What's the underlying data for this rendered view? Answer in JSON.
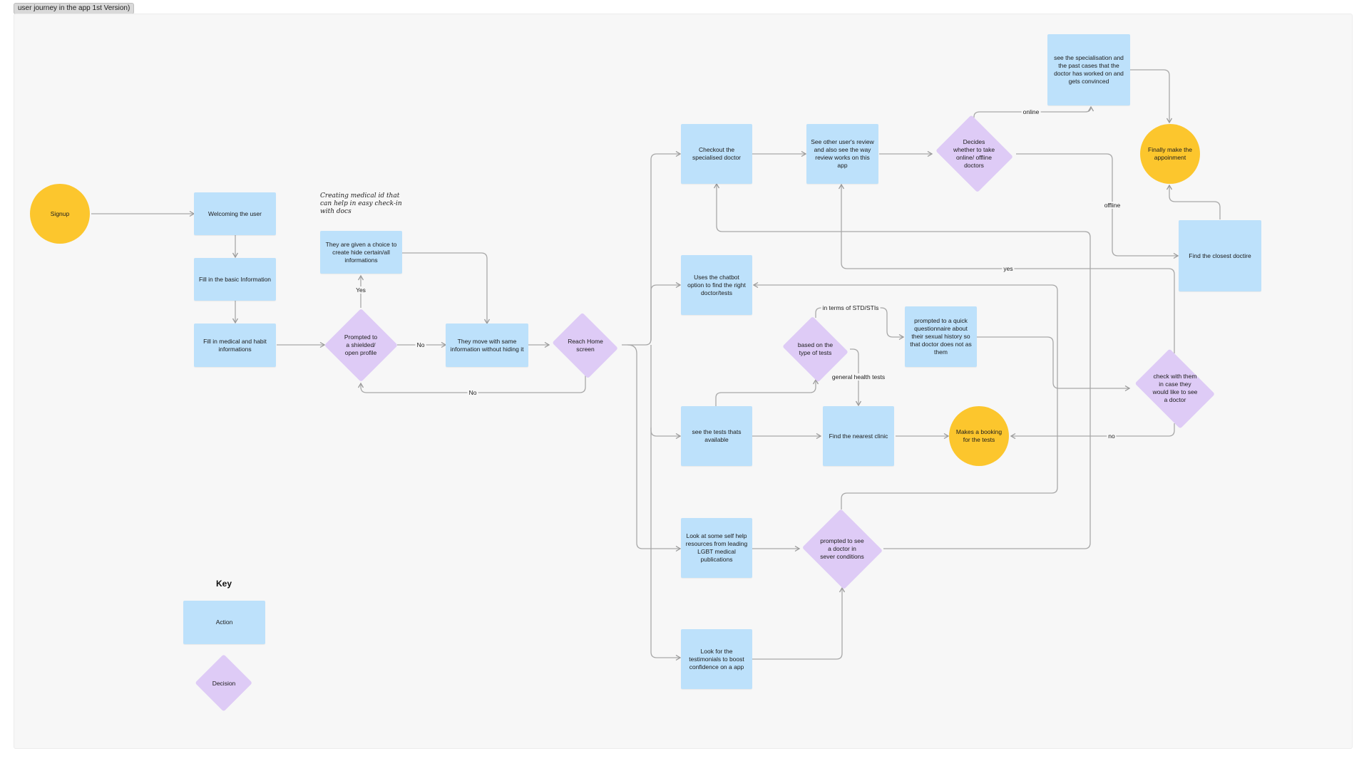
{
  "frame_title": "user journey in the app 1st Version)",
  "colors": {
    "action": "#bde1fb",
    "decision": "#decbf6",
    "terminal": "#fcc62d",
    "connector": "#a8a8a8"
  },
  "note": "Creating medical id that\ncan help in easy check-in\nwith docs",
  "nodes": {
    "signup": "Signup",
    "welcome": "Welcoming the user",
    "basic_info": "Fill in the basic Information",
    "medical_info": "Fill in medical and habit informations",
    "prompted_profile": "Prompted to a shielded/ open profile",
    "hide_choice": "They are given a choice to create hide certain/all informations",
    "move_same": "They move with same information without hiding it",
    "home": "Reach Home screen",
    "checkout_doctor": "Checkout the specialised doctor",
    "see_reviews": "See other user's review and also see the way review works on this app",
    "decides_online": "Decides whether to take online/ offline doctors",
    "see_specialisation": "see the specialisation and the past cases that the doctor has worked on and gets convinced",
    "finally_appointment": "Finally make the appoinment",
    "find_closest": "Find the closest doctire",
    "chatbot": "Uses the chatbot option to find the right doctor/tests",
    "based_type": "based on the type of tests",
    "quick_questionnaire": "prompted to a quick questionnaire about their sexual history so that doctor does not as them",
    "check_with": "check with them in case they would like to see a doctor",
    "see_tests": "see the tests thats available",
    "nearest_clinic": "Find the nearest clinic",
    "makes_booking": "Makes a booking for the tests",
    "self_help": "Look at some self help resources from leading LGBT medical publications",
    "prompted_severe": "prompted to see a doctor in sever conditions",
    "testimonials": "Look for the testimonials to boost confidence on a app"
  },
  "edge_labels": {
    "yes_up": "Yes",
    "no_right": "No",
    "no_back": "No",
    "online": "online",
    "offline": "offline",
    "yes_right": "yes",
    "std": "in terms of STD/STIs",
    "general": "general health tests",
    "no_booking": "no"
  },
  "key": {
    "title": "Key",
    "action": "Action",
    "decision": "Decision"
  }
}
